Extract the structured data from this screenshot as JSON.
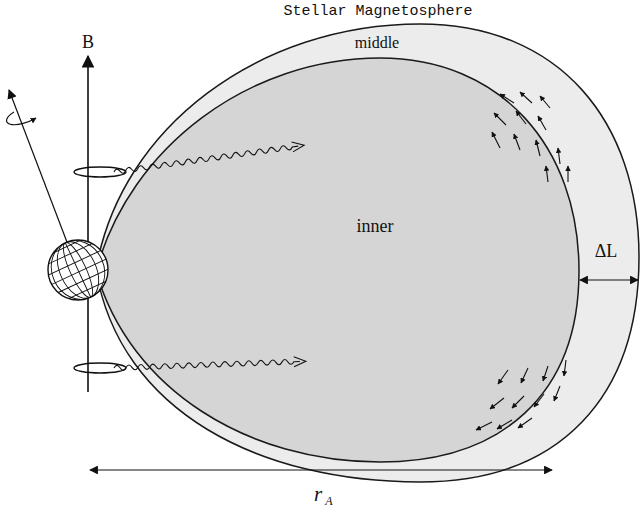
{
  "diagram": {
    "title": "Stellar Magnetosphere",
    "nodes": [
      {
        "text": [
          "middle"
        ]
      },
      {
        "text": [
          "inner"
        ],
        "in": 0
      }
    ],
    "labels": [
      "B",
      "ΔL",
      "r",
      "A"
    ]
  }
}
